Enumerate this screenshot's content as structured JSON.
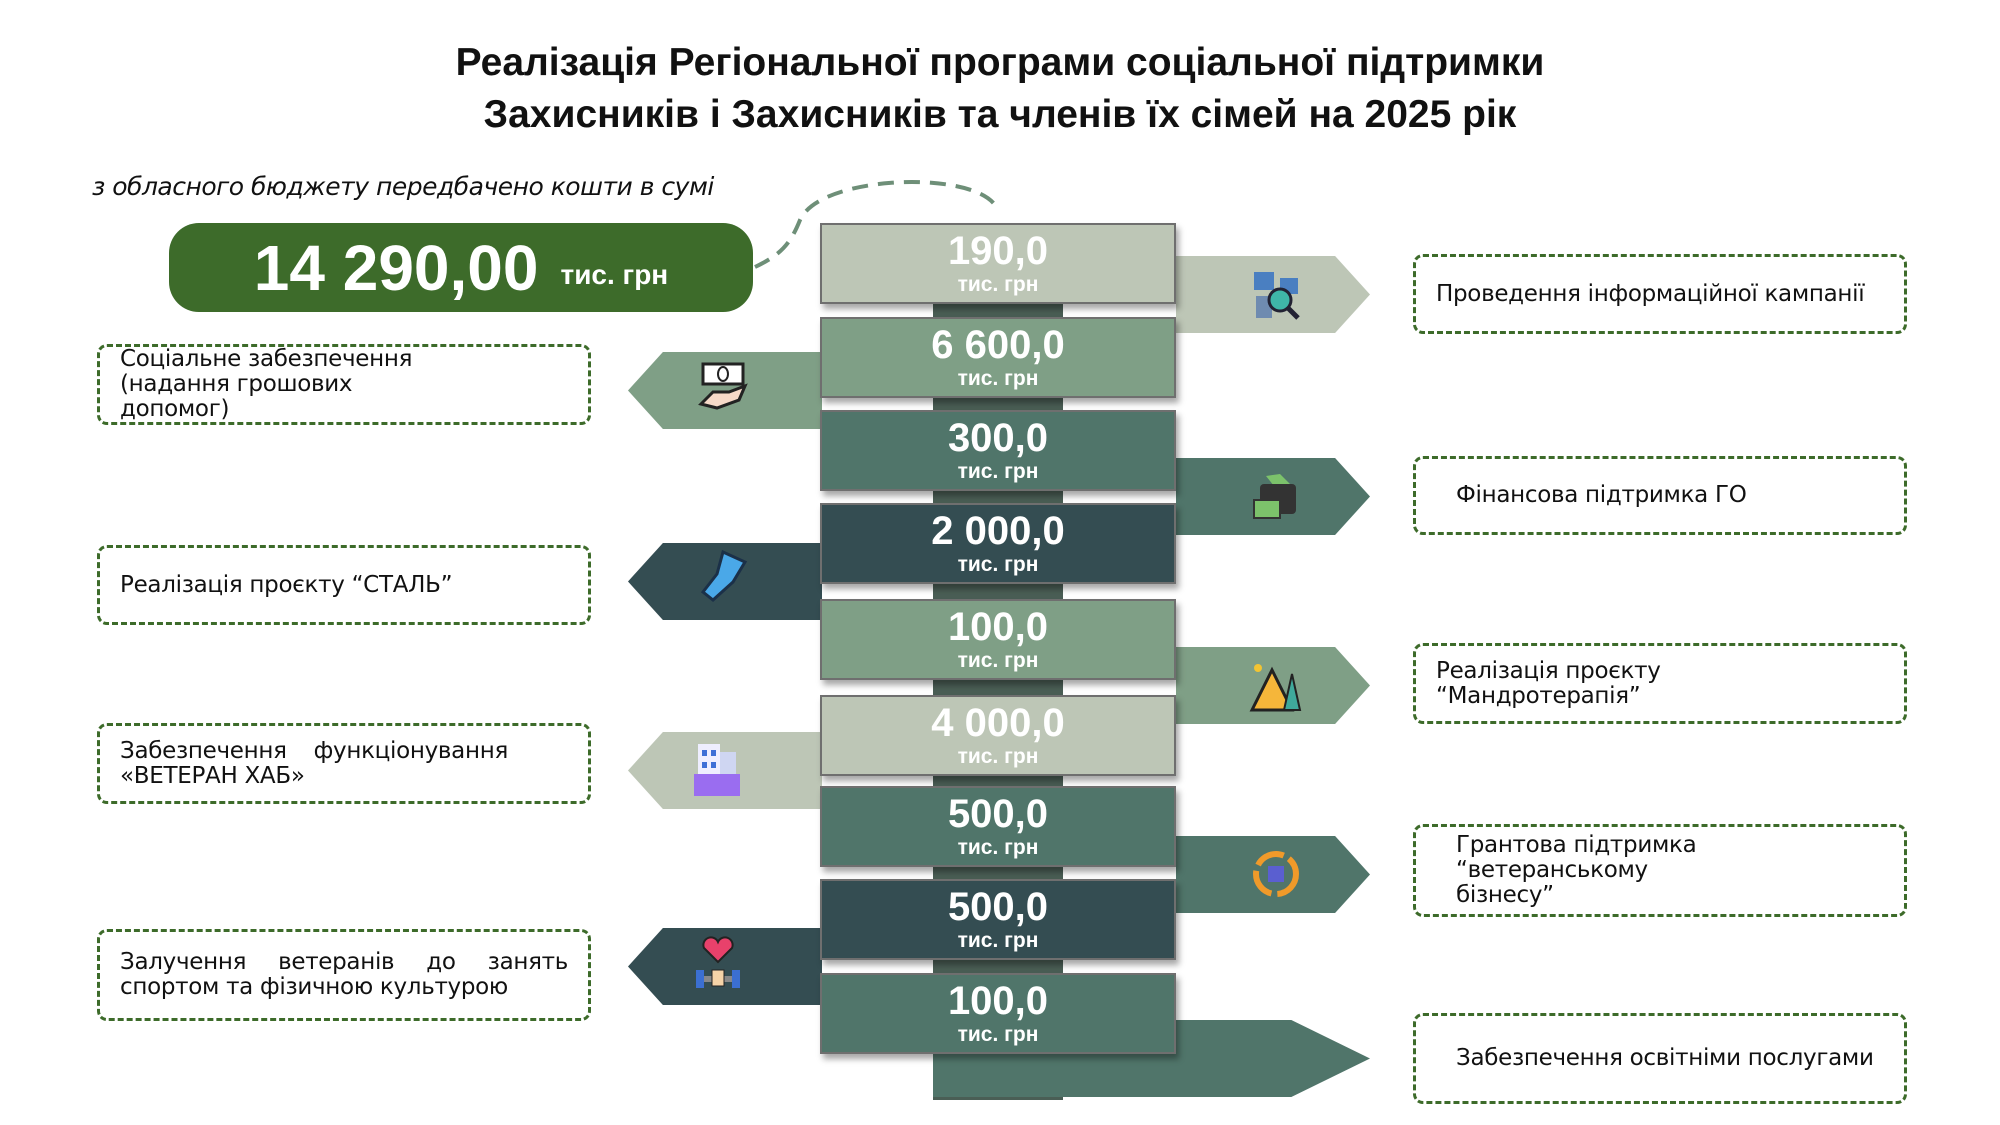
{
  "title": {
    "line1": "Реалізація Регіональної програми соціальної підтримки",
    "line2": "Захисників і Захисників та членів їх сімей на 2025 рік"
  },
  "subtitle": "з обласного бюджету передбачено кошти в сумі",
  "total": {
    "value": "14 290,00",
    "unit": "тис. грн"
  },
  "colors": {
    "green": "#3d6b2a",
    "light": "#bdc6b6",
    "mid": "#7f9f86",
    "teal": "#50756a",
    "dark": "#344d52"
  },
  "boards": [
    {
      "value": "190,0",
      "unit": "тис. грн"
    },
    {
      "value": "6 600,0",
      "unit": "тис. грн"
    },
    {
      "value": "300,0",
      "unit": "тис. грн"
    },
    {
      "value": "2 000,0",
      "unit": "тис. грн"
    },
    {
      "value": "100,0",
      "unit": "тис. грн"
    },
    {
      "value": "4 000,0",
      "unit": "тис. грн"
    },
    {
      "value": "500,0",
      "unit": "тис. грн"
    },
    {
      "value": "500,0",
      "unit": "тис. грн"
    },
    {
      "value": "100,0",
      "unit": "тис. грн"
    }
  ],
  "items": [
    {
      "text": "Проведення інформаційної кампанії",
      "icon": "magnifier-photos-icon"
    },
    {
      "text": "Соціальне забезпечення (надання грошових допомог)",
      "icon": "money-hand-icon"
    },
    {
      "text": "Фінансова підтримка ГО",
      "icon": "wallet-icon"
    },
    {
      "text": "Реалізація проєкту “СТАЛЬ”",
      "icon": "prosthetic-hand-icon"
    },
    {
      "text": "Реалізація проєкту “Мандротерапія”",
      "icon": "tent-icon"
    },
    {
      "text": "Забезпечення функціонування «ВЕТЕРАН ХАБ»",
      "icon": "building-icon"
    },
    {
      "text": "Грантова підтримка “ветеранському бізнесу”",
      "icon": "business-cycle-icon"
    },
    {
      "text": "Залучення ветеранів до занять спортом та фізичною культурою",
      "icon": "heart-dumbbell-icon"
    },
    {
      "text": "Забезпечення освітніми послугами",
      "icon": ""
    }
  ]
}
